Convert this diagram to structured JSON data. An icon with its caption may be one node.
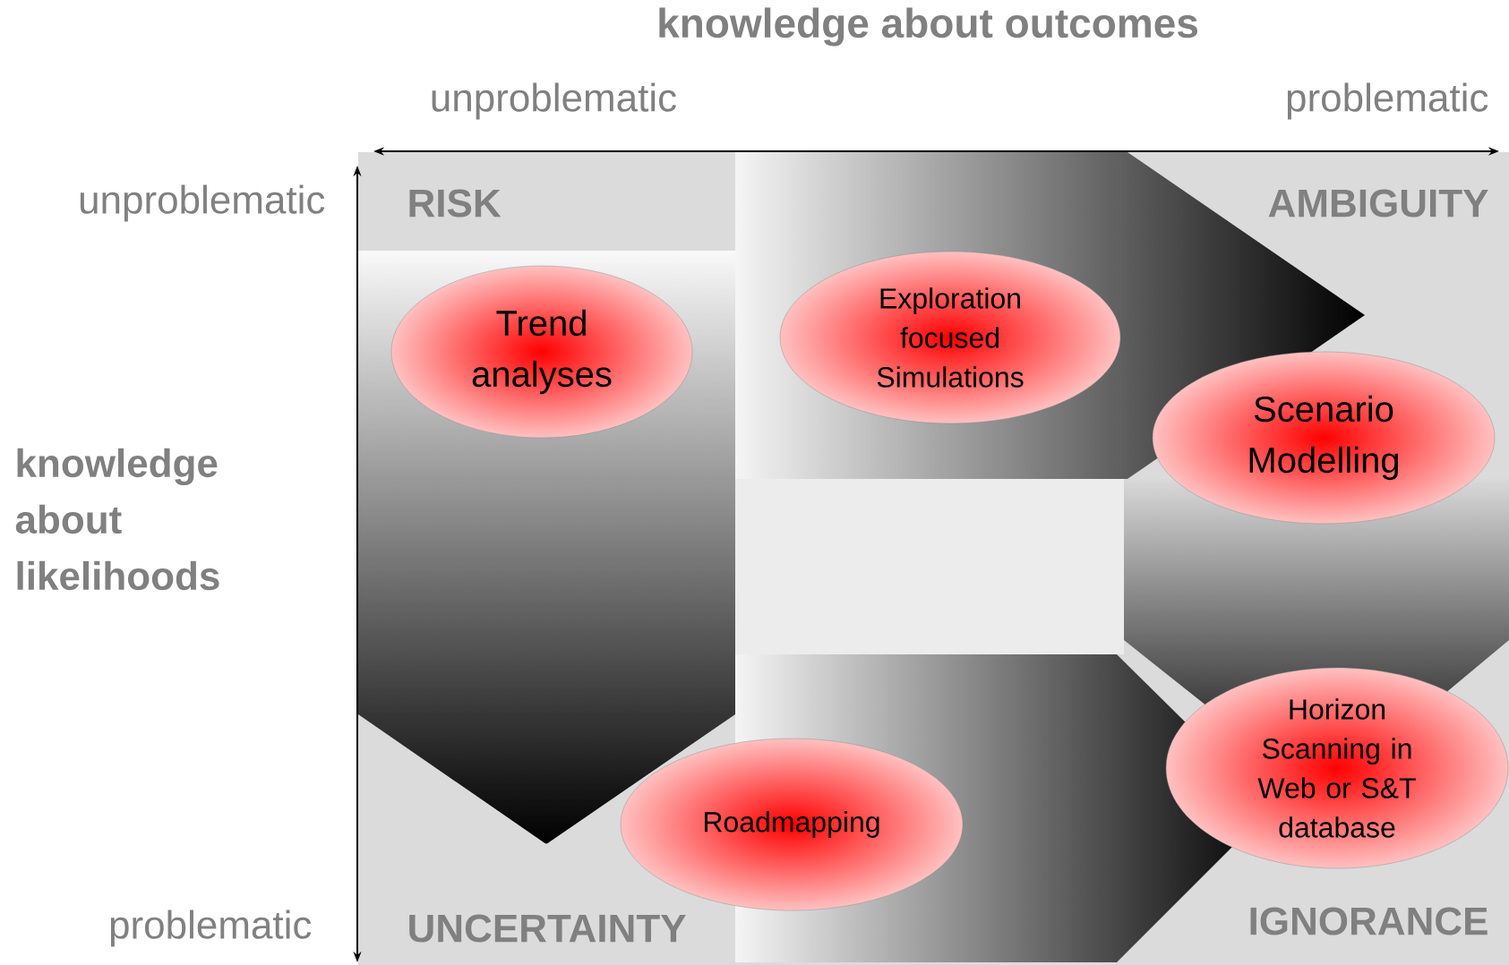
{
  "diagram": {
    "title": "knowledge about outcomes",
    "nodes": [
      {
        "text": [
          "Trend analyses"
        ]
      },
      {
        "text": [
          "Exploration focused Simulations"
        ]
      },
      {
        "text": [
          "Scenario Modelling"
        ]
      },
      {
        "text": [
          "Roadmapping"
        ]
      },
      {
        "text": [
          "Horizon Scanning in Web or S&T database"
        ]
      }
    ],
    "labels": [
      "unproblematic",
      "problematic",
      "unproblematic",
      "RISK",
      "AMBIGUITY",
      "knowledge about likelihoods",
      "problematic",
      "UNCERTAINTY",
      "IGNORANCE"
    ]
  }
}
